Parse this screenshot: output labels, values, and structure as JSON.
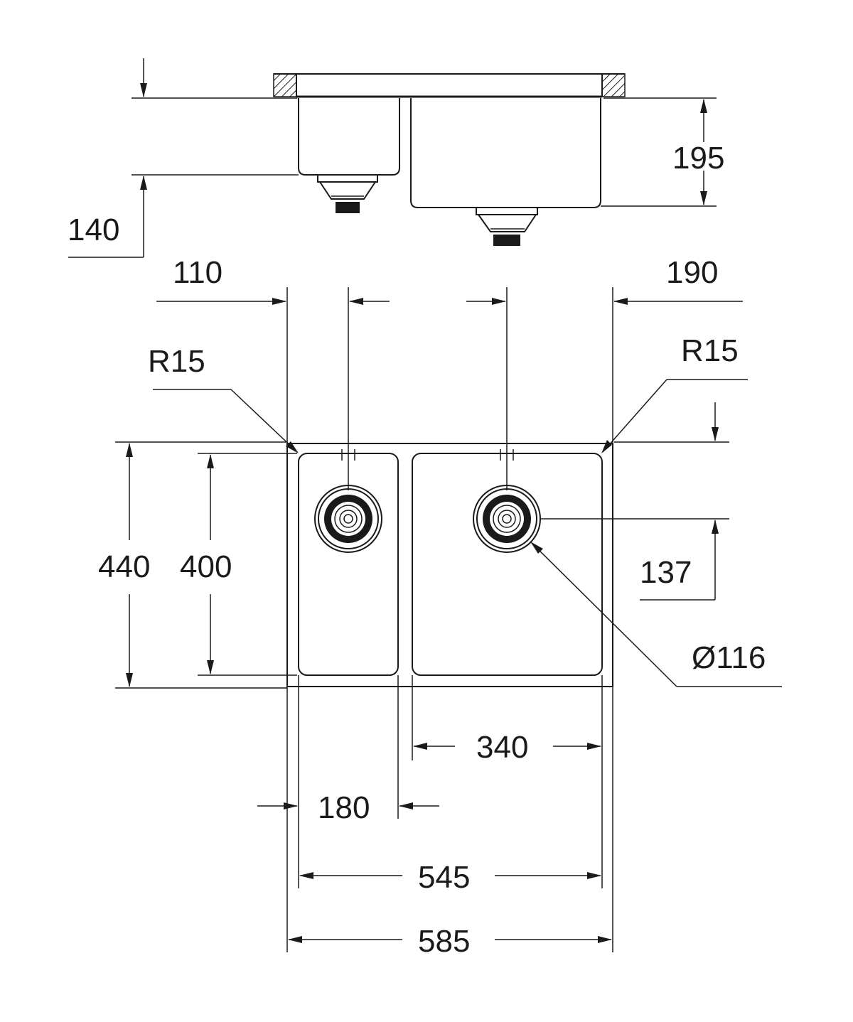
{
  "colors": {
    "ink": "#1a1a1a",
    "background": "#ffffff"
  },
  "dimensions": {
    "small_bowl_depth": "140",
    "large_bowl_depth": "195",
    "small_drain_offset": "110",
    "large_drain_offset": "190",
    "corner_radius_left": "R15",
    "corner_radius_right": "R15",
    "outer_depth": "440",
    "inner_depth": "400",
    "drain_from_front": "137",
    "drain_diameter": "Ø116",
    "large_bowl_width": "340",
    "small_bowl_width": "180",
    "inner_width": "545",
    "outer_width": "585"
  }
}
